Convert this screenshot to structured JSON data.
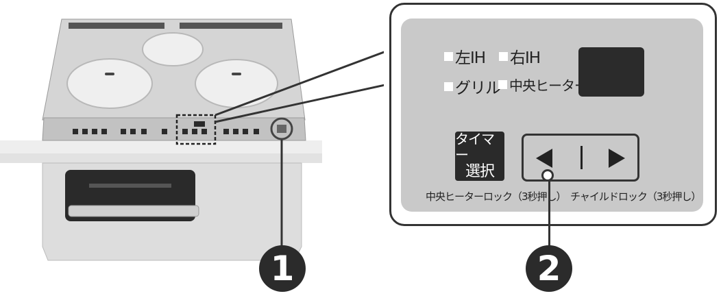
{
  "panel": {
    "indicators": [
      {
        "label": "左IH"
      },
      {
        "label": "右IH"
      },
      {
        "label": "グリル"
      },
      {
        "label": "中央ヒーター"
      }
    ],
    "timer_button": {
      "line1": "タイマー",
      "line2": "選択"
    },
    "center_lock_caption": "中央ヒーターロック（3秒押し）",
    "child_lock_caption": "チャイルドロック（3秒押し）"
  },
  "badges": {
    "one": "1",
    "two": "2"
  },
  "colors": {
    "panel": "#c9c9c9",
    "dark": "#2b2b2b",
    "outline": "#333333"
  }
}
